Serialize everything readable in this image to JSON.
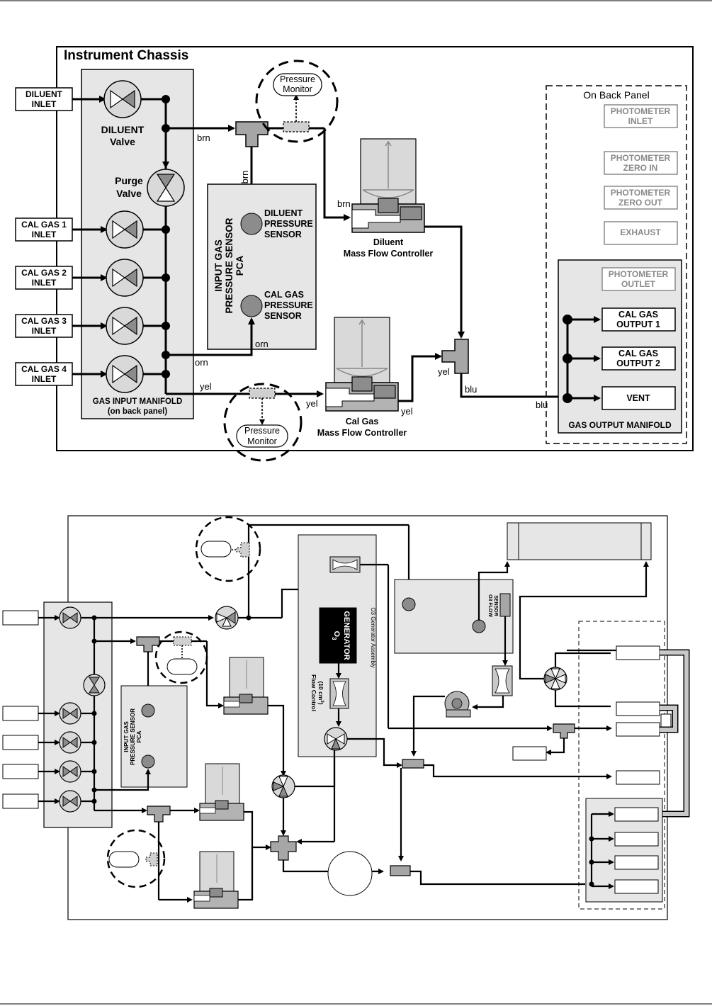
{
  "top": {
    "chassis_title": "Instrument Chassis",
    "inlets": [
      {
        "line1": "DILUENT",
        "line2": "INLET"
      },
      {
        "line1": "CAL GAS 1",
        "line2": "INLET"
      },
      {
        "line1": "CAL GAS 2",
        "line2": "INLET"
      },
      {
        "line1": "CAL GAS 3",
        "line2": "INLET"
      },
      {
        "line1": "CAL GAS 4",
        "line2": "INLET"
      }
    ],
    "diluent_valve": {
      "line1": "DILUENT",
      "line2": "Valve"
    },
    "purge_valve": {
      "line1": "Purge",
      "line2": "Valve"
    },
    "manifold": {
      "line1": "GAS INPUT MANIFOLD",
      "line2": "(on back panel)"
    },
    "pressure_monitor": {
      "line1": "Pressure",
      "line2": "Monitor"
    },
    "pca": {
      "line1": "INPUT GAS",
      "line2": "PRESSURE SENSOR",
      "line3": "PCA"
    },
    "diluent_sensor": {
      "line1": "DILUENT",
      "line2": "PRESSURE",
      "line3": "SENSOR"
    },
    "calgas_sensor": {
      "line1": "CAL GAS",
      "line2": "PRESSURE",
      "line3": "SENSOR"
    },
    "diluent_mfc": {
      "line1": "Diluent",
      "line2": "Mass Flow Controller"
    },
    "calgas_mfc": {
      "line1": "Cal Gas",
      "line2": "Mass Flow Controller"
    },
    "back_panel_title": "On Back Panel",
    "back_ports": [
      {
        "line1": "PHOTOMETER",
        "line2": "INLET"
      },
      {
        "line1": "PHOTOMETER",
        "line2": "ZERO IN"
      },
      {
        "line1": "PHOTOMETER",
        "line2": "ZERO OUT"
      },
      {
        "line1": "EXHAUST",
        "line2": ""
      },
      {
        "line1": "PHOTOMETER",
        "line2": "OUTLET"
      }
    ],
    "outputs": [
      {
        "line1": "CAL GAS",
        "line2": "OUTPUT 1"
      },
      {
        "line1": "CAL GAS",
        "line2": "OUTPUT 2"
      },
      {
        "line1": "VENT",
        "line2": ""
      }
    ],
    "output_manifold": "GAS OUTPUT MANIFOLD",
    "tube_labels": {
      "brn": "brn",
      "orn": "orn",
      "yel": "yel",
      "blu": "blu"
    }
  },
  "bottom": {
    "o3_generator": {
      "line1": "O",
      "sub": "3",
      "line2": "GENERATOR"
    },
    "o3_assembly": "O3 Generator Assembly",
    "flow_control": {
      "line1": "Flow Control",
      "line2": "(10 cm",
      "sup": "3",
      "close": ")"
    },
    "o3_flow_sensor": {
      "line1": "O3 FLOW",
      "line2": "SENSOR"
    },
    "pca": {
      "line1": "INPUT GAS",
      "line2": "PRESSURE SENSOR",
      "line3": "PCA"
    }
  },
  "colors": {
    "panel": "#e6e6e6",
    "valve": "#d9d9d9",
    "mfc_body": "#c8c8c8",
    "gray_text": "#8a8a8a"
  }
}
